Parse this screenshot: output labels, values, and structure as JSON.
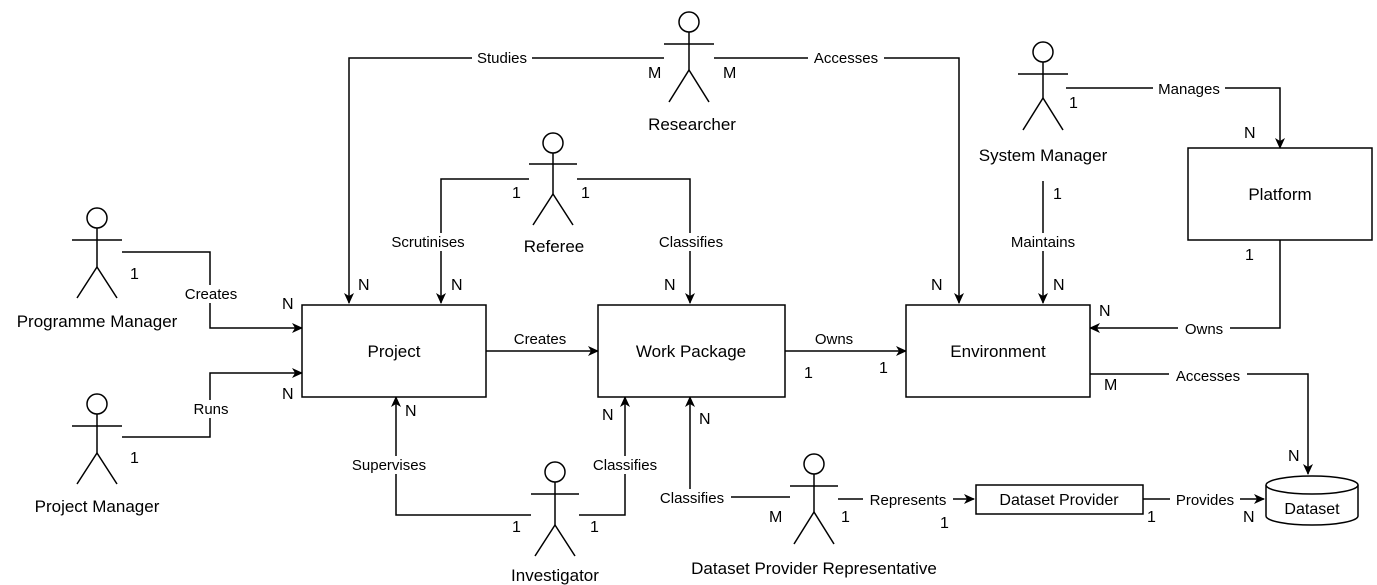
{
  "actors": {
    "researcher": "Researcher",
    "referee": "Referee",
    "system_manager": "System Manager",
    "programme_manager": "Programme Manager",
    "project_manager": "Project Manager",
    "investigator": "Investigator",
    "dataset_provider_representative": "Dataset Provider Representative"
  },
  "entities": {
    "project": "Project",
    "work_package": "Work Package",
    "environment": "Environment",
    "platform": "Platform",
    "dataset_provider": "Dataset Provider",
    "dataset": "Dataset"
  },
  "relations": {
    "studies": "Studies",
    "researcher_accesses": "Accesses",
    "manages": "Manages",
    "scrutinises": "Scrutinises",
    "referee_classifies": "Classifies",
    "maintains": "Maintains",
    "pgm_creates": "Creates",
    "runs": "Runs",
    "project_creates": "Creates",
    "owns_wp": "Owns",
    "owns_platform": "Owns",
    "env_accesses": "Accesses",
    "supervises": "Supervises",
    "investigator_classifies": "Classifies",
    "dpr_classifies": "Classifies",
    "represents": "Represents",
    "provides": "Provides"
  },
  "cardinalities": {
    "studies_researcher": "M",
    "studies_project": "N",
    "accesses_researcher": "M",
    "accesses_environment": "N",
    "manages_sysmgr": "1",
    "manages_platform": "N",
    "scrutinises_referee": "1",
    "scrutinises_project": "N",
    "classifies_referee": "1",
    "classifies_wp": "N",
    "maintains_sysmgr": "1",
    "maintains_environment": "N",
    "creates_pgm": "1",
    "creates_project": "N",
    "runs_pm": "1",
    "runs_project": "N",
    "project_creates_wp_src": "",
    "owns_wp_src": "1",
    "owns_env_dst": "1",
    "platform_owns_src": "1",
    "platform_owns_env": "N",
    "env_accesses_env": "M",
    "env_accesses_dataset": "N",
    "supervises_project": "N",
    "supervises_investigator": "1",
    "inv_classifies_wp": "N",
    "inv_classifies_investigator": "1",
    "dpr_classifies_wp": "N",
    "dpr_classifies_dpr": "M",
    "represents_dpr": "1",
    "represents_provider": "1",
    "provides_provider": "1",
    "provides_dataset": "N"
  }
}
